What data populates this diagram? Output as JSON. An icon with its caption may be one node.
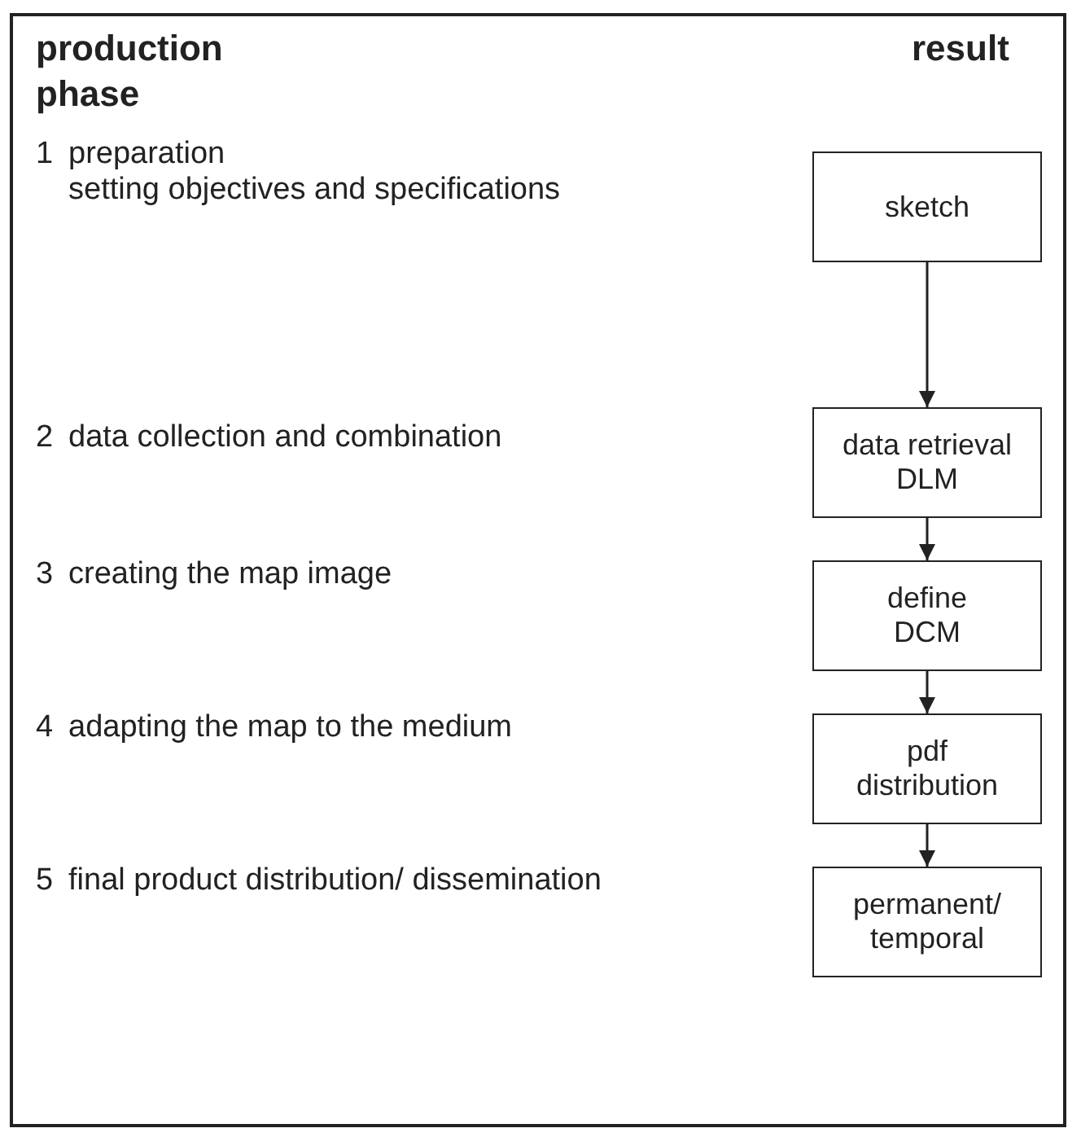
{
  "diagram": {
    "nodes": [
      {
        "text": [
          "sketch"
        ]
      },
      {
        "text": [
          "data retrieval",
          "DLM"
        ]
      },
      {
        "text": [
          "define",
          "DCM"
        ]
      },
      {
        "text": [
          "pdf",
          "distribution"
        ]
      },
      {
        "text": [
          "permanent/",
          "temporal"
        ]
      }
    ],
    "edges": [
      {
        "from": 0,
        "to": 1,
        "arrow": "to"
      },
      {
        "from": 1,
        "to": 2,
        "arrow": "to"
      },
      {
        "from": 2,
        "to": 3,
        "arrow": "to"
      },
      {
        "from": 3,
        "to": 4,
        "arrow": "to"
      }
    ],
    "labels": [
      "production phase",
      "result",
      "1",
      "preparation",
      "setting objectives and specifications",
      "2",
      "data collection and combination",
      "3",
      "creating the map image",
      "4",
      "adapting the map to the medium",
      "5",
      "final product distribution/ dissemination"
    ]
  }
}
